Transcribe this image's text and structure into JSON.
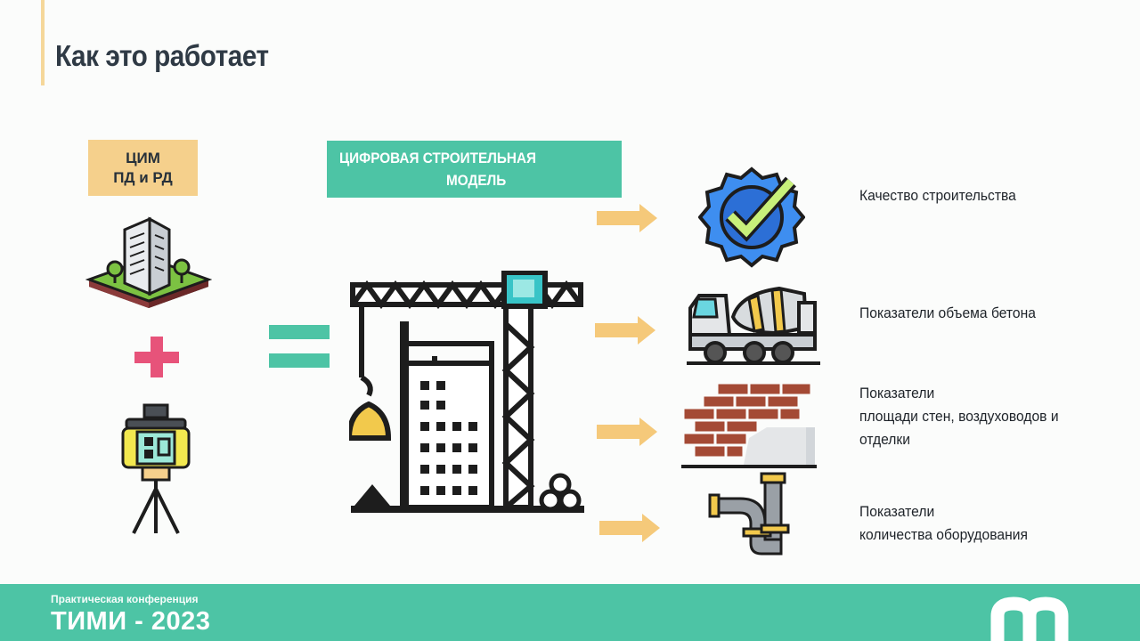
{
  "header": {
    "title": "Как это работает"
  },
  "inputs": {
    "cim_line1": "ЦИМ",
    "cim_line2": "ПД и РД"
  },
  "model": {
    "line1": "ЦИФРОВАЯ СТРОИТЕЛЬНАЯ",
    "line2": "МОДЕЛЬ"
  },
  "results": [
    {
      "lines": [
        "Качество строительства"
      ],
      "icon": "quality-check-badge-icon"
    },
    {
      "lines": [
        "Показатели объема бетона"
      ],
      "icon": "concrete-mixer-truck-icon"
    },
    {
      "lines": [
        "Показатели",
        "площади стен, воздуховодов и",
        "отделки"
      ],
      "icon": "brick-wall-icon"
    },
    {
      "lines": [
        "Показатели",
        "количества оборудования"
      ],
      "icon": "pipe-fitting-icon"
    }
  ],
  "footer": {
    "subtitle": "Практическая конференция",
    "title": "ТИМИ - 2023"
  },
  "colors": {
    "teal": "#4dc4a5",
    "yellow": "#f5d08c",
    "pink": "#e7537a",
    "arrow": "#f5c97a",
    "title": "#2f3a45"
  }
}
